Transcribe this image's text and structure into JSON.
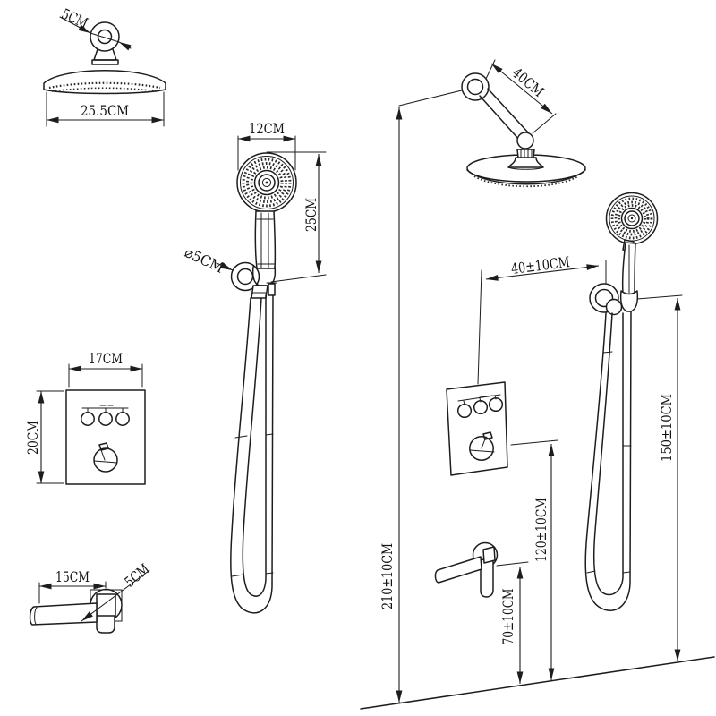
{
  "colors": {
    "background": "#ffffff",
    "line": "#1d1d1d"
  },
  "views": {
    "overhead_shower": {
      "ball_joint_diameter": "5CM",
      "head_width": "25.5CM"
    },
    "hand_shower_kit": {
      "head_diameter": "12CM",
      "overall_length": "25CM",
      "bracket_diameter": "⌀5CM"
    },
    "valve_panel": {
      "width": "17CM",
      "height": "20CM"
    },
    "tub_spout": {
      "length": "15CM",
      "flange_diameter": "5CM"
    },
    "installation": {
      "shower_arm_length": "40CM",
      "hand_shower_offset": "40±10CM",
      "hand_shower_height": "150±10CM",
      "valve_height": "120±10CM",
      "spout_height": "70±10CM",
      "overall_height": "210±10CM"
    }
  }
}
